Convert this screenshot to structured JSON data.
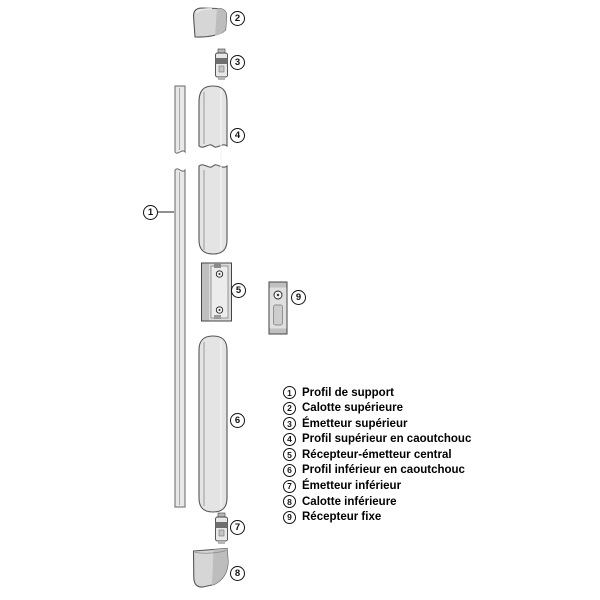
{
  "legend": {
    "items": [
      {
        "num": "1",
        "text": "Profil de support"
      },
      {
        "num": "2",
        "text": "Calotte supérieure"
      },
      {
        "num": "3",
        "text": "Émetteur supérieur"
      },
      {
        "num": "4",
        "text": "Profil supérieur en caoutchouc"
      },
      {
        "num": "5",
        "text": "Récepteur-émetteur central"
      },
      {
        "num": "6",
        "text": "Profil inférieur en caoutchouc"
      },
      {
        "num": "7",
        "text": "Émetteur inférieur"
      },
      {
        "num": "8",
        "text": "Calotte inférieure"
      },
      {
        "num": "9",
        "text": "Récepteur fixe"
      }
    ]
  },
  "callouts": {
    "c1": "1",
    "c2": "2",
    "c3": "3",
    "c4": "4",
    "c5": "5",
    "c6": "6",
    "c7": "7",
    "c8": "8",
    "c9": "9"
  },
  "colors": {
    "outline": "#4a4a4a",
    "fill_light": "#e6e6e6",
    "fill_mid": "#d6d6d6",
    "fill_dark": "#bdbdbd"
  }
}
